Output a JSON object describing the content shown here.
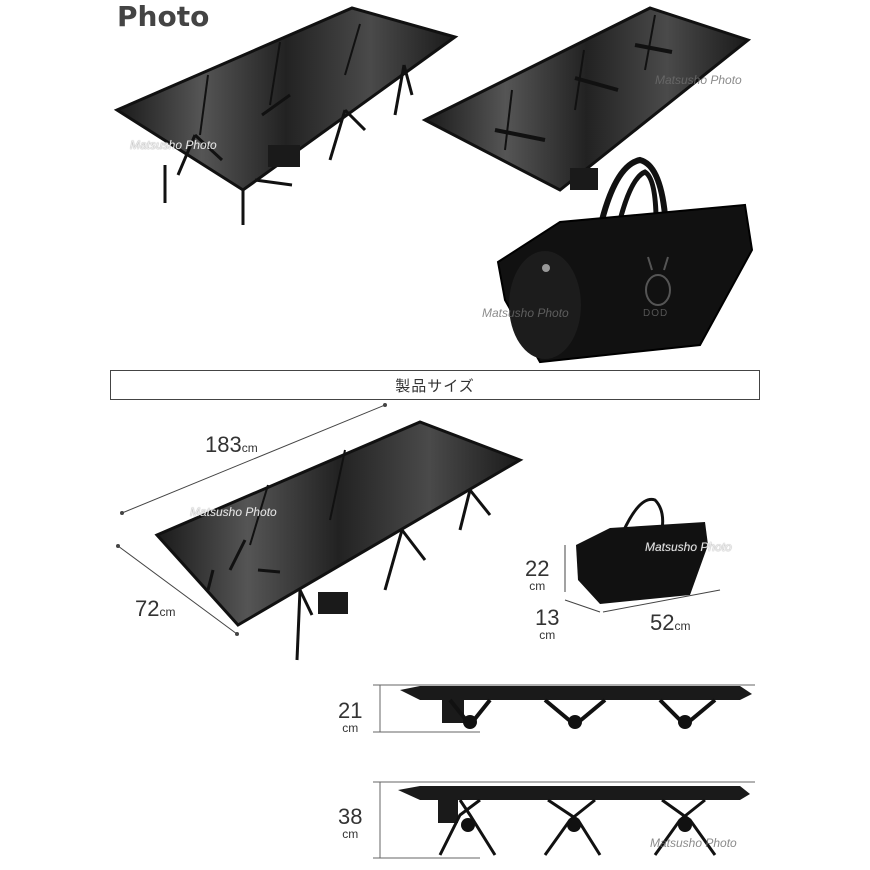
{
  "header": {
    "title": "Photo"
  },
  "watermark": "Matsusho Photo",
  "section": {
    "label": "製品サイズ"
  },
  "dimensions": {
    "length": {
      "value": "183",
      "unit": "cm"
    },
    "width": {
      "value": "72",
      "unit": "cm"
    },
    "bag_height": {
      "value": "22",
      "unit": "cm"
    },
    "bag_depth": {
      "value": "13",
      "unit": "cm"
    },
    "bag_width": {
      "value": "52",
      "unit": "cm"
    },
    "low_height": {
      "value": "21",
      "unit": "cm"
    },
    "high_height": {
      "value": "38",
      "unit": "cm"
    }
  },
  "bag_logo": "DOD",
  "colors": {
    "product": "#1a1a1a",
    "mesh": "#3a3a3a",
    "line": "#444444"
  }
}
